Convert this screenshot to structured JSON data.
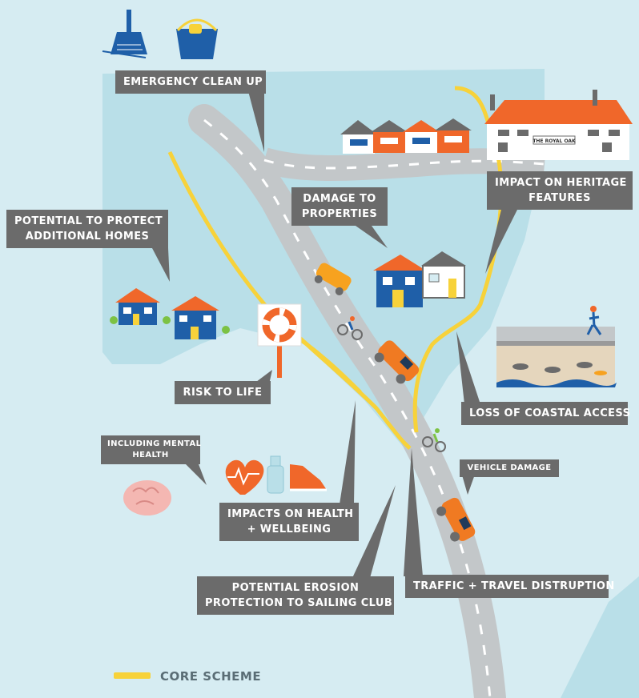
{
  "labels": {
    "emergency_clean_up": "EMERGENCY CLEAN UP",
    "potential_protect_line1": "POTENTIAL TO PROTECT",
    "potential_protect_line2": "ADDITIONAL HOMES",
    "damage_properties_line1": "DAMAGE TO",
    "damage_properties_line2": "PROPERTIES",
    "heritage_line1": "IMPACT ON HERITAGE",
    "heritage_line2": "FEATURES",
    "risk_to_life": "RISK TO LIFE",
    "coastal_access": "LOSS OF COASTAL ACCESS",
    "mental_health_line1": "INCLUDING MENTAL",
    "mental_health_line2": "HEALTH",
    "vehicle_damage": "VEHICLE DAMAGE",
    "health_line1": "IMPACTS ON HEALTH",
    "health_line2": "+ WELLBEING",
    "erosion_line1": "POTENTIAL EROSION",
    "erosion_line2": "PROTECTION TO SAILING CLUB",
    "traffic": "TRAFFIC + TRAVEL DISTRUPTION"
  },
  "pub_sign": "THE ROYAL OAK",
  "legend": {
    "label": "CORE SCHEME",
    "color": "#f7d23a"
  },
  "colors": {
    "land": "#b9dfe8",
    "water": "#d6ecf2",
    "road": "#c3c7c9",
    "scheme": "#f7d23a",
    "callout": "#6b6b6b",
    "house_blue": "#1f5fa8",
    "roof_orange": "#f0672a",
    "car_orange": "#f07a22"
  },
  "icons": [
    "broom-icon",
    "bucket-icon",
    "heart-icon",
    "water-bottle-icon",
    "running-shoe-icon",
    "brain-icon",
    "lifebuoy-icon"
  ]
}
